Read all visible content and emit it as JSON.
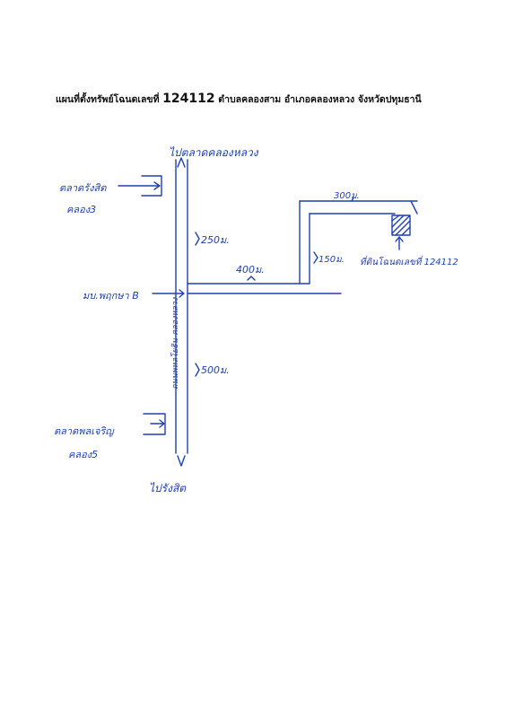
{
  "title": {
    "prefix": "แผนที่ตั้งทรัพย์โฉนดเลขที่",
    "number": "124112",
    "suffix": "ตำบลคลองสาม อำเภอคลองหลวง จังหวัดปทุมธานี"
  },
  "map": {
    "road_north_label": "ไปตลาดคลองหลวง",
    "road_south_label": "ไปรังสิต",
    "road_name": "ถนนพหลโยธิน-คลองหลวง",
    "market_north": {
      "line1": "ตลาดรังสิต",
      "line2": "คลอง3"
    },
    "market_south": {
      "line1": "ตลาดพลเจริญ",
      "line2": "คลอง5"
    },
    "village_label": "มบ.พฤกษา B",
    "distances": {
      "north_segment": "250ม.",
      "south_segment": "500ม.",
      "east_soi": "400ม.",
      "branch_soi": "150ม.",
      "top_soi": "300ม."
    },
    "plot_label": "ที่ดินโฉนดเลขที่ 124112"
  },
  "colors": {
    "ink": "#1f3fb0",
    "title_text": "#111111"
  }
}
